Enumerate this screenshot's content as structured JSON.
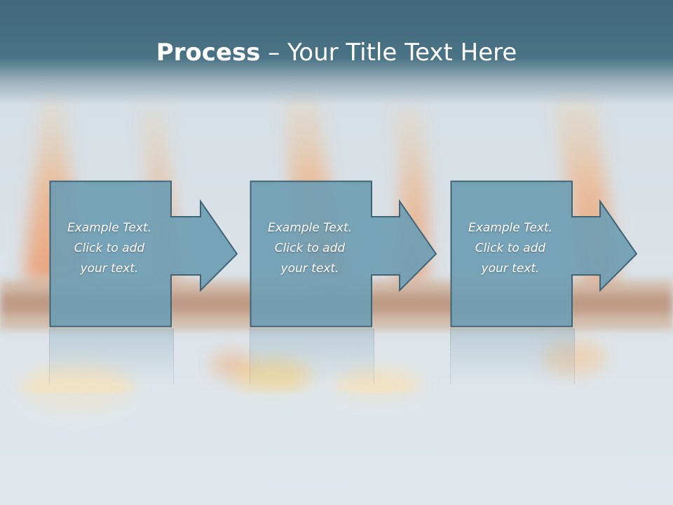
{
  "slide": {
    "title_bold": "Process",
    "title_rest": " – Your Title Text Here",
    "steps": [
      {
        "line1": "Example Text.",
        "line2": "Click  to add",
        "line3": "your text."
      },
      {
        "line1": "Example Text.",
        "line2": "Click  to add",
        "line3": "your text."
      },
      {
        "line1": "Example Text.",
        "line2": "Click  to add",
        "line3": "your text."
      }
    ]
  },
  "colors": {
    "title_bar": "#40687a",
    "box_fill": "#6f9db3",
    "box_stroke": "#3f6478",
    "text": "#ffffff"
  }
}
